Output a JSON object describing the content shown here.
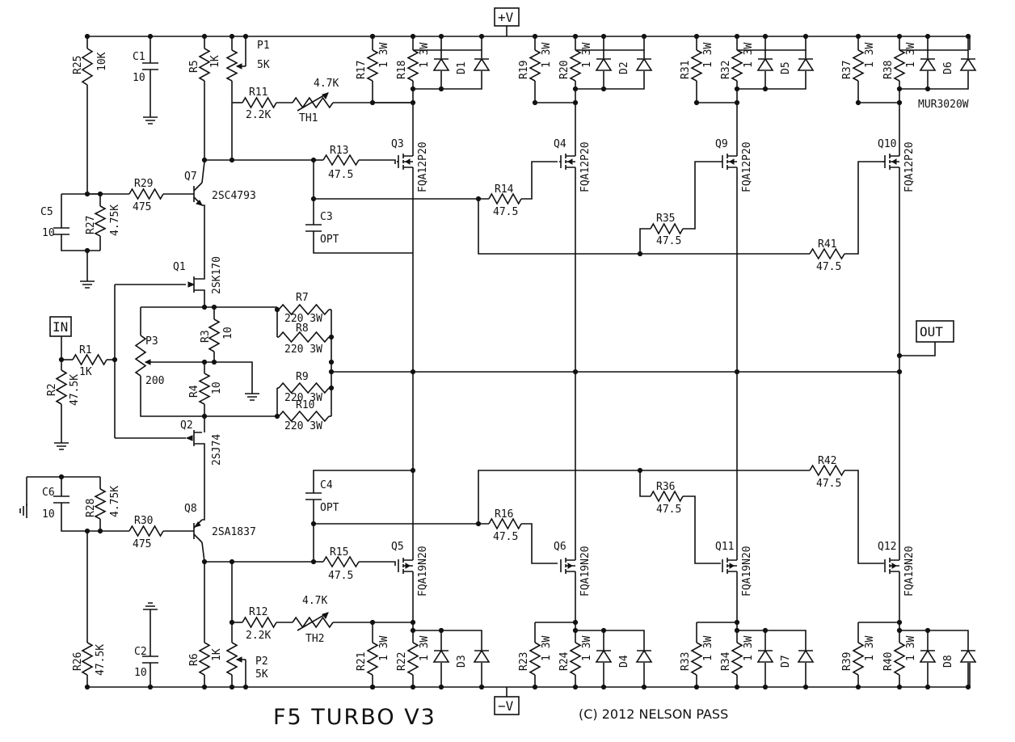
{
  "title": "F5 TURBO V3",
  "copyright": "(C) 2012 NELSON PASS",
  "ports": {
    "vplus": "+V",
    "vminus": "−V",
    "input": "IN",
    "output": "OUT"
  },
  "parts": {
    "R25": {
      "ref": "R25",
      "val": "10K"
    },
    "C1": {
      "ref": "C1",
      "val": "10"
    },
    "R5": {
      "ref": "R5",
      "val": "1K"
    },
    "P1": {
      "ref": "P1",
      "val": "5K"
    },
    "R11": {
      "ref": "R11",
      "val": "2.2K"
    },
    "TH1": {
      "ref": "TH1",
      "val": "4.7K"
    },
    "R17": {
      "ref": "R17",
      "val": "1 3W"
    },
    "R18": {
      "ref": "R18",
      "val": "1 3W"
    },
    "D1": {
      "ref": "D1"
    },
    "R19": {
      "ref": "R19",
      "val": "1 3W"
    },
    "R20": {
      "ref": "R20",
      "val": "1 3W"
    },
    "D2": {
      "ref": "D2"
    },
    "R31": {
      "ref": "R31",
      "val": "1 3W"
    },
    "R32": {
      "ref": "R32",
      "val": "1 3W"
    },
    "D5": {
      "ref": "D5"
    },
    "R37": {
      "ref": "R37",
      "val": "1 3W"
    },
    "R38": {
      "ref": "R38",
      "val": "1 3W"
    },
    "D6": {
      "ref": "D6"
    },
    "diode_type": "MUR3020W",
    "Q3": {
      "ref": "Q3",
      "val": "FQA12P20"
    },
    "Q4": {
      "ref": "Q4",
      "val": "FQA12P20"
    },
    "Q9": {
      "ref": "Q9",
      "val": "FQA12P20"
    },
    "Q10": {
      "ref": "Q10",
      "val": "FQA12P20"
    },
    "R13": {
      "ref": "R13",
      "val": "47.5"
    },
    "R14": {
      "ref": "R14",
      "val": "47.5"
    },
    "R35": {
      "ref": "R35",
      "val": "47.5"
    },
    "R41": {
      "ref": "R41",
      "val": "47.5"
    },
    "Q7": {
      "ref": "Q7",
      "val": "2SC4793"
    },
    "R29": {
      "ref": "R29",
      "val": "475"
    },
    "C5": {
      "ref": "C5",
      "val": "10"
    },
    "R27": {
      "ref": "R27",
      "val": "4.75K"
    },
    "C3": {
      "ref": "C3",
      "val": "OPT"
    },
    "Q1": {
      "ref": "Q1",
      "val": "2SK170"
    },
    "R7": {
      "ref": "R7",
      "val": "220 3W"
    },
    "R8": {
      "ref": "R8",
      "val": "220 3W"
    },
    "R9": {
      "ref": "R9",
      "val": "220 3W"
    },
    "R10": {
      "ref": "R10",
      "val": "220 3W"
    },
    "R3": {
      "ref": "R3",
      "val": "10"
    },
    "R4": {
      "ref": "R4",
      "val": "10"
    },
    "P3": {
      "ref": "P3",
      "val": "200"
    },
    "R1": {
      "ref": "R1",
      "val": "1K"
    },
    "R2": {
      "ref": "R2",
      "val": "47.5K"
    },
    "Q2": {
      "ref": "Q2",
      "val": "2SJ74"
    },
    "C6": {
      "ref": "C6",
      "val": "10"
    },
    "R28": {
      "ref": "R28",
      "val": "4.75K"
    },
    "R30": {
      "ref": "R30",
      "val": "475"
    },
    "Q8": {
      "ref": "Q8",
      "val": "2SA1837"
    },
    "C4": {
      "ref": "C4",
      "val": "OPT"
    },
    "R15": {
      "ref": "R15",
      "val": "47.5"
    },
    "R16": {
      "ref": "R16",
      "val": "47.5"
    },
    "R36": {
      "ref": "R36",
      "val": "47.5"
    },
    "R42": {
      "ref": "R42",
      "val": "47.5"
    },
    "Q5": {
      "ref": "Q5",
      "val": "FQA19N20"
    },
    "Q6": {
      "ref": "Q6",
      "val": "FQA19N20"
    },
    "Q11": {
      "ref": "Q11",
      "val": "FQA19N20"
    },
    "Q12": {
      "ref": "Q12",
      "val": "FQA19N20"
    },
    "R12": {
      "ref": "R12",
      "val": "2.2K"
    },
    "TH2": {
      "ref": "TH2",
      "val": "4.7K"
    },
    "R26": {
      "ref": "R26",
      "val": "47.5K"
    },
    "C2": {
      "ref": "C2",
      "val": "10"
    },
    "R6": {
      "ref": "R6",
      "val": "1K"
    },
    "P2": {
      "ref": "P2",
      "val": "5K"
    },
    "R21": {
      "ref": "R21",
      "val": "1 3W"
    },
    "R22": {
      "ref": "R22",
      "val": "1 3W"
    },
    "D3": {
      "ref": "D3"
    },
    "R23": {
      "ref": "R23",
      "val": "1 3W"
    },
    "R24": {
      "ref": "R24",
      "val": "1 3W"
    },
    "D4": {
      "ref": "D4"
    },
    "R33": {
      "ref": "R33",
      "val": "1 3W"
    },
    "R34": {
      "ref": "R34",
      "val": "1 3W"
    },
    "D7": {
      "ref": "D7"
    },
    "R39": {
      "ref": "R39",
      "val": "1 3W"
    },
    "R40": {
      "ref": "R40",
      "val": "1 3W"
    },
    "D8": {
      "ref": "D8"
    }
  }
}
